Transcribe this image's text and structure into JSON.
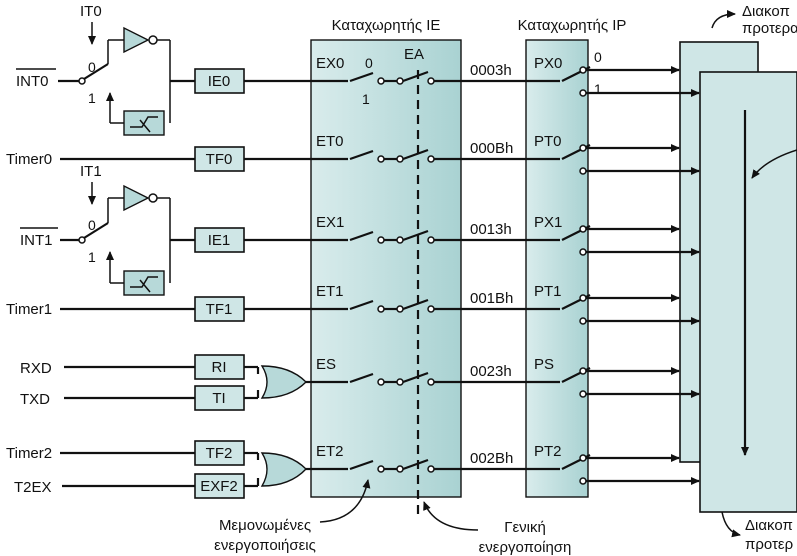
{
  "registers": {
    "ie_title": "Καταχωρητής IE",
    "ip_title": "Καταχωρητής IP",
    "ea_label": "EA"
  },
  "inputs": {
    "int0": "INT0",
    "timer0": "Timer0",
    "int1": "INT1",
    "timer1": "Timer1",
    "rxd": "RXD",
    "txd": "TXD",
    "timer2": "Timer2",
    "t2ex": "T2EX"
  },
  "it_selectors": {
    "it0": "IT0",
    "it1": "IT1",
    "zero": "0",
    "one": "1"
  },
  "flags": [
    "IE0",
    "TF0",
    "IE1",
    "TF1",
    "RI",
    "TI",
    "TF2",
    "EXF2"
  ],
  "enable_bits": [
    "EX0",
    "ET0",
    "EX1",
    "ET1",
    "ES",
    "ET2"
  ],
  "ie_switch_positions": {
    "zero": "0",
    "one": "1"
  },
  "vectors": [
    "0003h",
    "000Bh",
    "0013h",
    "001Bh",
    "0023h",
    "002Bh"
  ],
  "priority_bits": [
    "PX0",
    "PT0",
    "PX1",
    "PT1",
    "PS",
    "PT2"
  ],
  "ip_switch_positions": {
    "zero": "0",
    "one": "1"
  },
  "right_labels": {
    "top_line1": "Διακοπ",
    "top_line2": "προτεραι",
    "bottom_line1": "Διακοπ",
    "bottom_line2": "προτερ"
  },
  "annotations": {
    "individual_line1": "Μεμονωμένες",
    "individual_line2": "ενεργοποιήσεις",
    "global_line1": "Γενική",
    "global_line2": "ενεργοποίηση"
  },
  "colors": {
    "register_fill": "#b7d9d9",
    "box_fill": "#cfe6e6",
    "line": "#111111"
  }
}
